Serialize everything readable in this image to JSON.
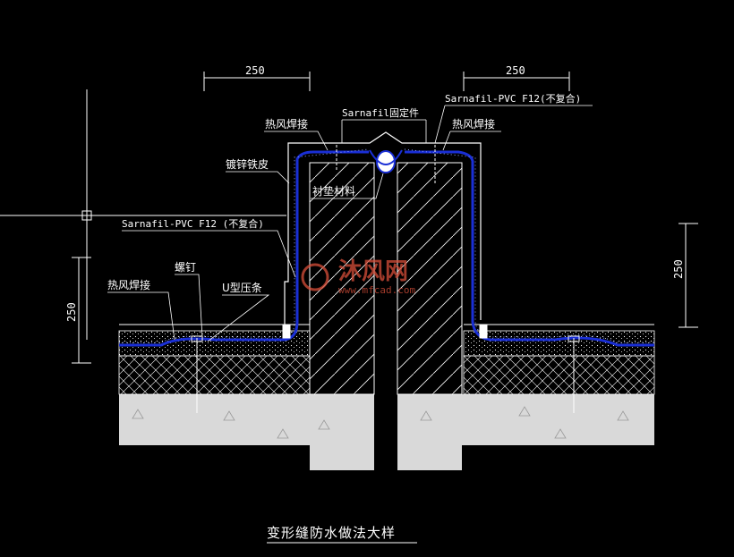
{
  "title": "变形缝防水做法大样",
  "dimensions": {
    "top_left": "250",
    "top_right": "250",
    "left_vertical": "250",
    "right_vertical": "250"
  },
  "labels": {
    "hot_air_weld_left_top": "热风焊接",
    "fixing_part": "Sarnafil固定件",
    "membrane_top_right": "Sarnafil-PVC F12(不复合)",
    "hot_air_weld_right_top": "热风焊接",
    "galvanized_sheet": "镀锌铁皮",
    "liner_material": "衬垫材料",
    "membrane_left": "Sarnafil-PVC F12 (不复合)",
    "screw": "螺钉",
    "hot_air_weld_left_bottom": "热风焊接",
    "u_strip": "U型压条"
  },
  "watermark": {
    "brand": "沐风网",
    "url": "www.mfcad.com"
  },
  "colors": {
    "background": "#000000",
    "lines": "#ffffff",
    "membrane": "#1a2fd6",
    "concrete": "#d9d9d9",
    "watermark": "#d94f3a"
  }
}
